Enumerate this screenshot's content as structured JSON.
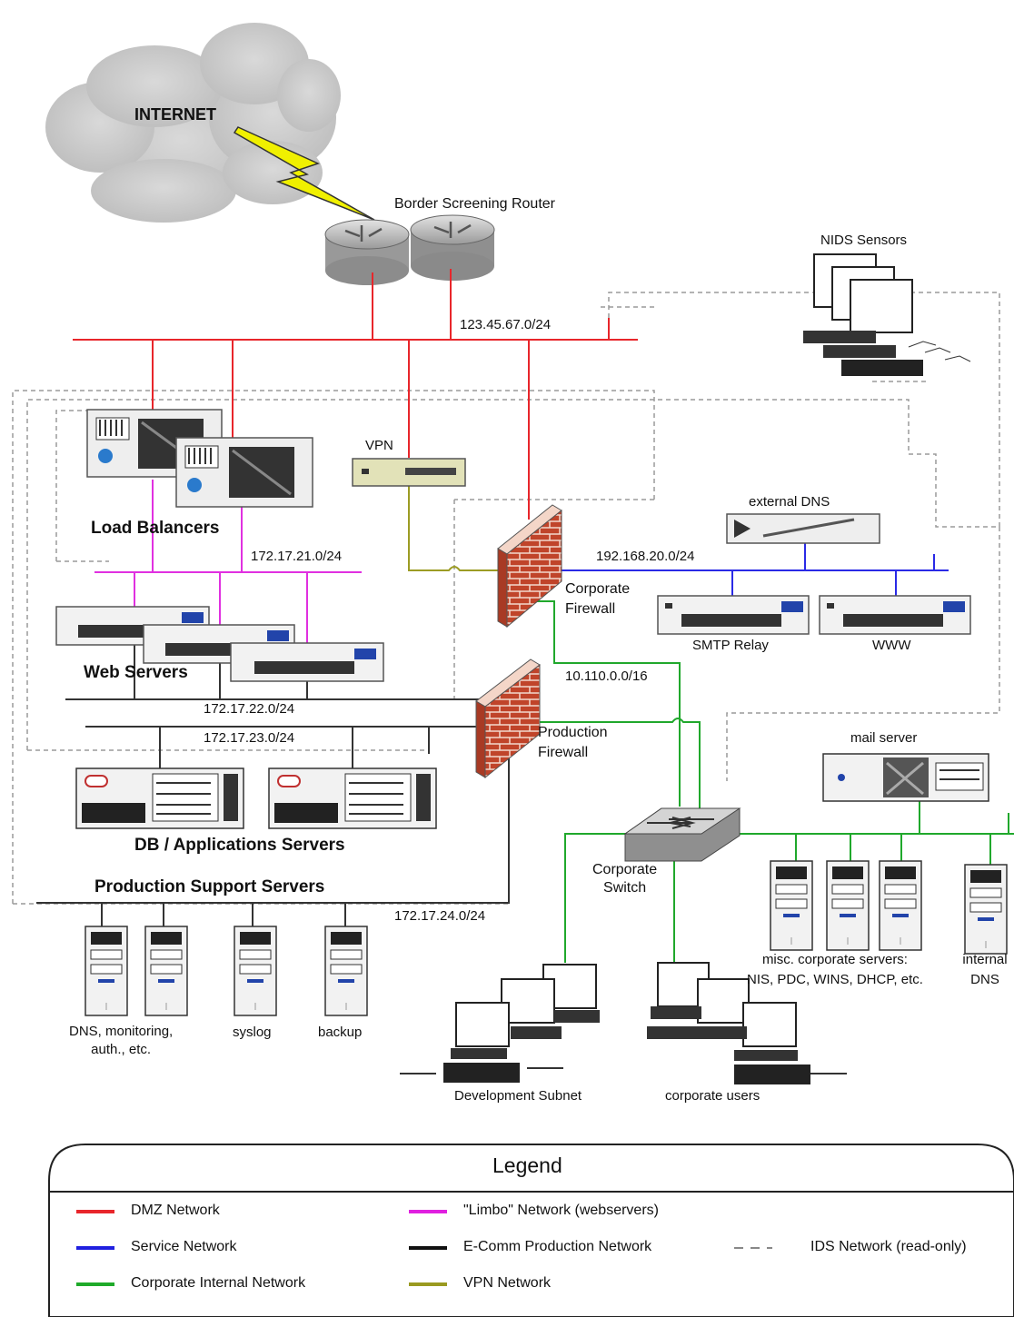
{
  "labels": {
    "internet": "INTERNET",
    "border_router": "Border Screening Router",
    "dmz_subnet": "123.45.67.0/24",
    "nids_sensors": "NIDS Sensors",
    "vpn": "VPN",
    "load_balancers": "Load Balancers",
    "limbo_subnet": "172.17.21.0/24",
    "service_subnet": "192.168.20.0/24",
    "external_dns": "external DNS",
    "corporate_firewall_line1": "Corporate",
    "corporate_firewall_line2": "Firewall",
    "smtp_relay": "SMTP Relay",
    "www": "WWW",
    "web_servers": "Web Servers",
    "corp_internal_subnet": "10.110.0.0/16",
    "prod_subnet_22": "172.17.22.0/24",
    "prod_subnet_23": "172.17.23.0/24",
    "production_firewall_line1": "Production",
    "production_firewall_line2": "Firewall",
    "mail_server": "mail server",
    "db_app_servers": "DB / Applications Servers",
    "production_support": "Production Support  Servers",
    "prod_subnet_24": "172.17.24.0/24",
    "corporate_switch_line1": "Corporate",
    "corporate_switch_line2": "Switch",
    "misc_servers_line1": "misc. corporate servers:",
    "misc_servers_line2": "NIS, PDC, WINS, DHCP, etc.",
    "internal_dns_line1": "internal",
    "internal_dns_line2": "DNS",
    "dns_monitoring_line1": "DNS, monitoring,",
    "dns_monitoring_line2": "auth., etc.",
    "syslog": "syslog",
    "backup": "backup",
    "development_subnet": "Development Subnet",
    "corporate_users": "corporate users"
  },
  "legend": {
    "title": "Legend",
    "items": [
      {
        "label": "DMZ Network",
        "color": "#e8262b",
        "style": "solid"
      },
      {
        "label": "Service Network",
        "color": "#2020e0",
        "style": "solid"
      },
      {
        "label": "Corporate Internal Network",
        "color": "#1faa2a",
        "style": "solid"
      },
      {
        "label": "\"Limbo\" Network  (webservers)",
        "color": "#e020e0",
        "style": "solid"
      },
      {
        "label": "E-Comm Production Network",
        "color": "#111111",
        "style": "solid"
      },
      {
        "label": "VPN Network",
        "color": "#9a9a20",
        "style": "solid"
      },
      {
        "label": "IDS Network (read-only)",
        "color": "#888888",
        "style": "dashed"
      }
    ]
  },
  "colors": {
    "dmz": "#e8262b",
    "service": "#2a2ae6",
    "corporate": "#20a82c",
    "limbo": "#e030e0",
    "production": "#222222",
    "vpn": "#9c9c24",
    "ids": "#9a9a9a"
  }
}
